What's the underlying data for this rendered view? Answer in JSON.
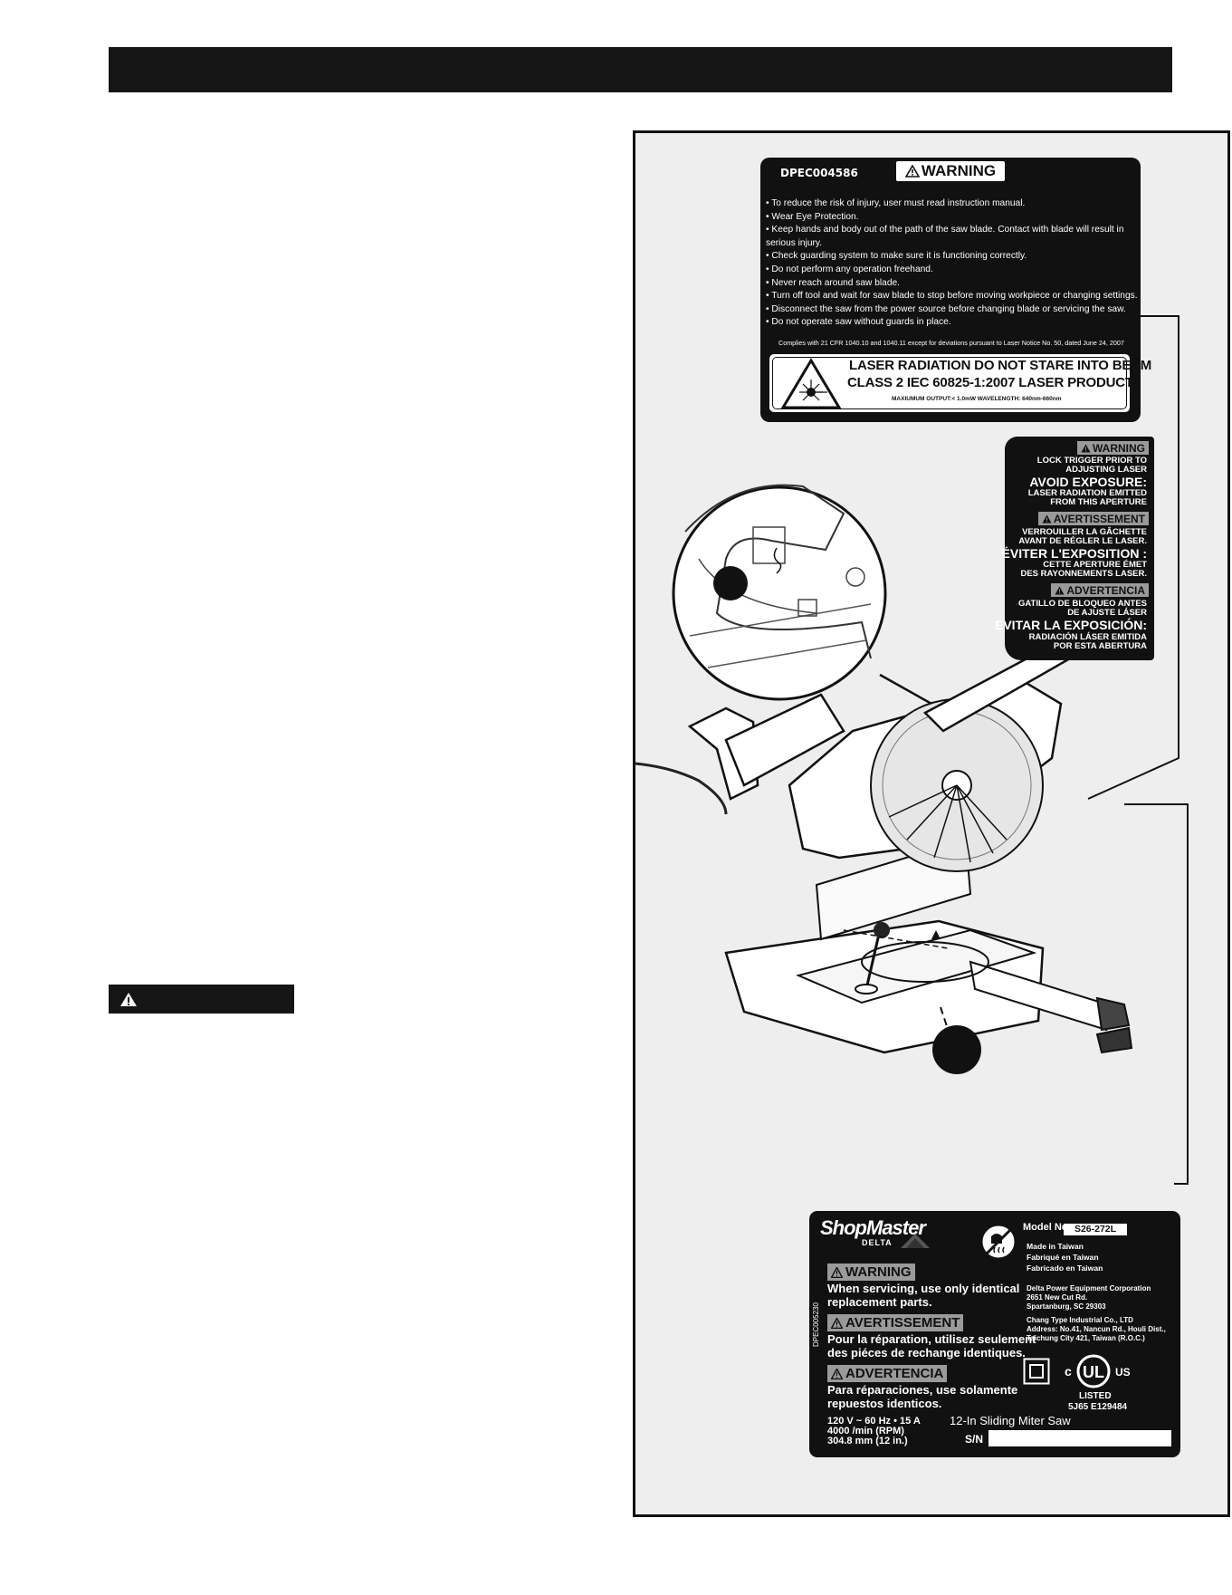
{
  "warning_label": {
    "code": "DPEC004586",
    "badge": "WARNING",
    "items": [
      "To reduce the risk of injury, user must read instruction manual.",
      "Wear Eye Protection.",
      "Keep hands and body out of the path of the saw blade. Contact with blade will result in serious injury.",
      "Check guarding system to make sure it is functioning correctly.",
      "Do not perform any operation freehand.",
      "Never reach around saw blade.",
      "Turn off tool and wait for saw blade to stop before moving workpiece or changing settings.",
      "Disconnect the saw from the power source before changing blade or servicing the saw.",
      "Do not operate saw without guards in place."
    ],
    "compliance": "Complies with 21 CFR 1040.10 and 1040.11 except for deviations pursuant to Laser Notice No. 50, dated June 24, 2007",
    "laser_line1": "LASER RADIATION DO NOT STARE INTO BEAM",
    "laser_line2": "CLASS 2 IEC 60825-1:2007 LASER PRODUCT",
    "laser_line3": "MAXIUMUM OUTPUT:< 1.0mW WAVELENGTH: 640nm-660nm"
  },
  "aperture_label": {
    "warning": "WARNING",
    "en_lines": [
      "LOCK TRIGGER PRIOR TO",
      "ADJUSTING LASER"
    ],
    "en_big": "AVOID EXPOSURE:",
    "en_lines2": [
      "LASER RADIATION EMITTED",
      "FROM THIS APERTURE"
    ],
    "avertissement": "AVERTISSEMENT",
    "fr_lines": [
      "VERROUILLER LA GÂCHETTE",
      "AVANT DE RÉGLER LE LASER."
    ],
    "fr_big": "ÉVITER L'EXPOSITION :",
    "fr_lines2": [
      "CETTE APERTURE ÉMET",
      "DES RAYONNEMENTS LASER."
    ],
    "advertencia": "ADVERTENCIA",
    "es_lines": [
      "GATILLO DE BLOQUEO ANTES",
      "DE AJUSTE LÁSER"
    ],
    "es_big": "EVITAR LA EXPOSICIÓN:",
    "es_lines2": [
      "RADIACIÓN LÁSER EMITIDA",
      "POR ESTA ABERTURA"
    ]
  },
  "rating_label": {
    "brand": "ShopMaster",
    "sub_brand": "DELTA",
    "model_label": "Model No.",
    "model": "S26-272L",
    "made": [
      "Made in Taiwan",
      "Fabriqué en Taiwan",
      "Fabricado en Taiwan"
    ],
    "corp": [
      "Delta Power Equipment Corporation",
      "2651 New Cut Rd.",
      "Spartanburg, SC 29303"
    ],
    "maker": [
      "Chang Type Industrial Co., LTD",
      "Address: No.41, Nancun Rd., Houli Dist.,",
      "Taichung City 421, Taiwan (R.O.C.)"
    ],
    "warning": "WARNING",
    "warning_text": [
      "When servicing, use only identical",
      "replacement parts."
    ],
    "avertissement": "AVERTISSEMENT",
    "fr_text": [
      "Pour la réparation, utilisez seulement",
      "des piéces de rechange identiques."
    ],
    "advertencia": "ADVERTENCIA",
    "es_text": [
      "Para réparaciones, use solamente",
      "repuestos identicos."
    ],
    "specs": [
      "120 V ~ 60 Hz • 15 A",
      "4000 /min (RPM)",
      "304.8 mm (12 in.)"
    ],
    "product": "12-In Sliding Miter Saw",
    "sn_label": "S/N",
    "vertical_code": "DPEC005230",
    "ul_c": "c",
    "ul_us": "US",
    "ul_mark": "UL",
    "listed": "LISTED",
    "ul_code": "5J65 E129484"
  },
  "colors": {
    "label_black": "#111111",
    "tag_gray": "#9a9a9a",
    "panel_bg": "#eeeeee"
  },
  "icons": [
    "warning-triangle-icon",
    "laser-hazard-icon",
    "no-water-icon",
    "double-insulation-icon",
    "ul-listed-icon"
  ]
}
